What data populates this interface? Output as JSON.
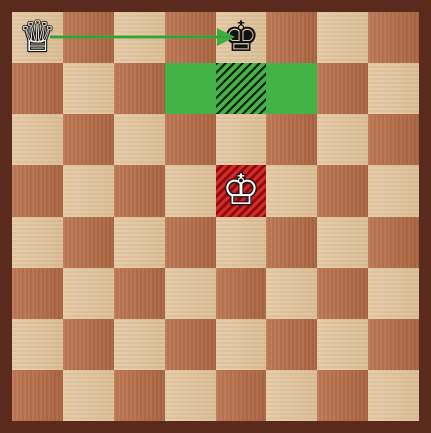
{
  "board": {
    "pieces": [
      {
        "name": "white-queen",
        "square": "a8",
        "glyph": "♕",
        "color": "white"
      },
      {
        "name": "black-king",
        "square": "e8",
        "glyph": "♚",
        "color": "black"
      },
      {
        "name": "white-king",
        "square": "e5",
        "glyph": "♔",
        "color": "white"
      }
    ],
    "highlight_squares": {
      "green": [
        "d7",
        "e7",
        "f7"
      ],
      "hatched": [
        "e7"
      ],
      "danger": [
        "e5"
      ]
    },
    "arrow": {
      "from": "a8",
      "to": "e8",
      "color": "#3fae3f"
    },
    "colors": {
      "frame": "#5a2a1c",
      "light_square": "#e2c49a",
      "dark_square": "#b86d48",
      "highlight_green": "#43b347",
      "danger_red": "#d42a2a"
    }
  }
}
